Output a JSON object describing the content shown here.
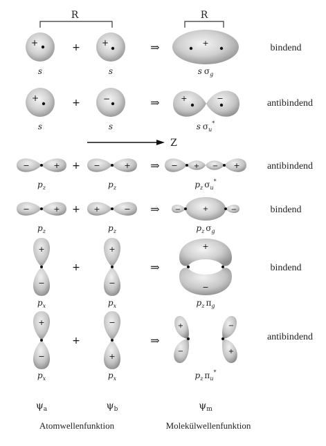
{
  "header": {
    "distance_label_left": "R",
    "distance_label_right": "R",
    "axis_label": "Z"
  },
  "symbols": {
    "plus": "+",
    "minus": "−",
    "arrow": "⇒"
  },
  "rows": [
    {
      "left_label": "s",
      "right_label": "s",
      "result_label": "s",
      "result_greek": "σ",
      "result_sub": "g",
      "result_star": "",
      "bonding": "bindend"
    },
    {
      "left_label": "s",
      "right_label": "s",
      "result_label": "s",
      "result_greek": "σ",
      "result_sub": "u",
      "result_star": "*",
      "bonding": "antibindend"
    },
    {
      "left_label": "p",
      "left_sub": "z",
      "right_label": "p",
      "right_sub": "z",
      "result_label": "p",
      "result_label_sub": "z",
      "result_greek": "σ",
      "result_sub": "u",
      "result_star": "*",
      "bonding": "antibindend"
    },
    {
      "left_label": "p",
      "left_sub": "z",
      "right_label": "p",
      "right_sub": "z",
      "result_label": "p",
      "result_label_sub": "z",
      "result_greek": "σ",
      "result_sub": "g",
      "result_star": "",
      "bonding": "bindend"
    },
    {
      "left_label": "p",
      "left_sub": "x",
      "right_label": "p",
      "right_sub": "x",
      "result_label": "p",
      "result_label_sub": "z",
      "result_greek": "π",
      "result_sub": "g",
      "result_star": "",
      "bonding": "bindend"
    },
    {
      "left_label": "p",
      "left_sub": "x",
      "right_label": "p",
      "right_sub": "x",
      "result_label": "p",
      "result_label_sub": "z",
      "result_greek": "π",
      "result_sub": "u",
      "result_star": "*",
      "bonding": "antibindend"
    }
  ],
  "footer": {
    "psi_a": "ψ",
    "psi_a_sub": "a",
    "psi_b": "ψ",
    "psi_b_sub": "b",
    "psi_m": "ψ",
    "psi_m_sub": "m",
    "caption_left": "Atomwellenfunktion",
    "caption_right": "Molekülwellenfunktion"
  },
  "colors": {
    "orbital_fill": "#c8c8c8",
    "orbital_highlight": "#eeeeee",
    "line": "#222222"
  }
}
